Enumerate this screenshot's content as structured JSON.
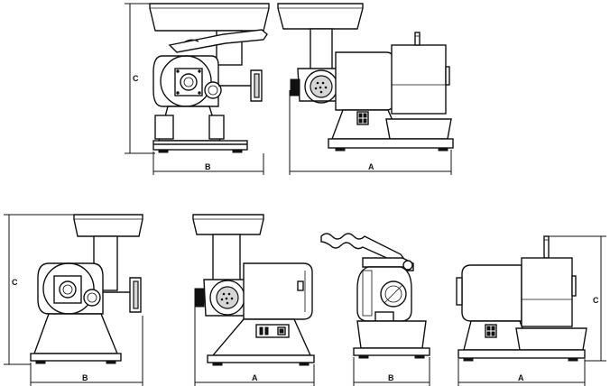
{
  "labels": {
    "width_label": "B",
    "length_label": "A",
    "height_label": "C"
  }
}
